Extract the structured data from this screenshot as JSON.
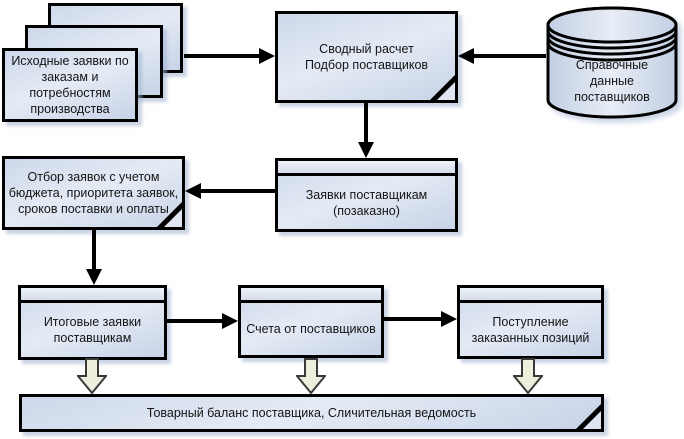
{
  "nodes": {
    "source_requests": {
      "lines": [
        "Исходные заявки по",
        "заказам и",
        "потребностям",
        "производства"
      ]
    },
    "summary_calc": {
      "lines": [
        "Сводный расчет",
        "Подбор поставщиков"
      ]
    },
    "supplier_data": {
      "lines": [
        "Справочные",
        "данные",
        "поставщиков"
      ]
    },
    "selection": {
      "lines": [
        "Отбор заявок с учетом",
        "бюджета, приоритета заявок,",
        "сроков поставки и оплаты"
      ]
    },
    "supplier_requests": {
      "lines": [
        "Заявки поставщикам",
        "(позаказно)"
      ]
    },
    "final_requests": {
      "lines": [
        "Итоговые заявки",
        "поставщикам"
      ]
    },
    "invoices": {
      "lines": [
        "Счета от поставщиков"
      ]
    },
    "receipts": {
      "lines": [
        "Поступление",
        "заказанных позиций"
      ]
    },
    "balance": {
      "lines": [
        "Товарный баланс поставщика, Сличительная ведомость"
      ]
    }
  },
  "colors": {
    "node_border": "#000000",
    "node_fill_light": "#e5ebf5",
    "node_fill_dark": "#c7d3e7",
    "arrow": "#000000",
    "block_arrow_fill": "#eeeedd",
    "block_arrow_border": "#3a3a3a",
    "shadow": "#9cb1d0"
  }
}
